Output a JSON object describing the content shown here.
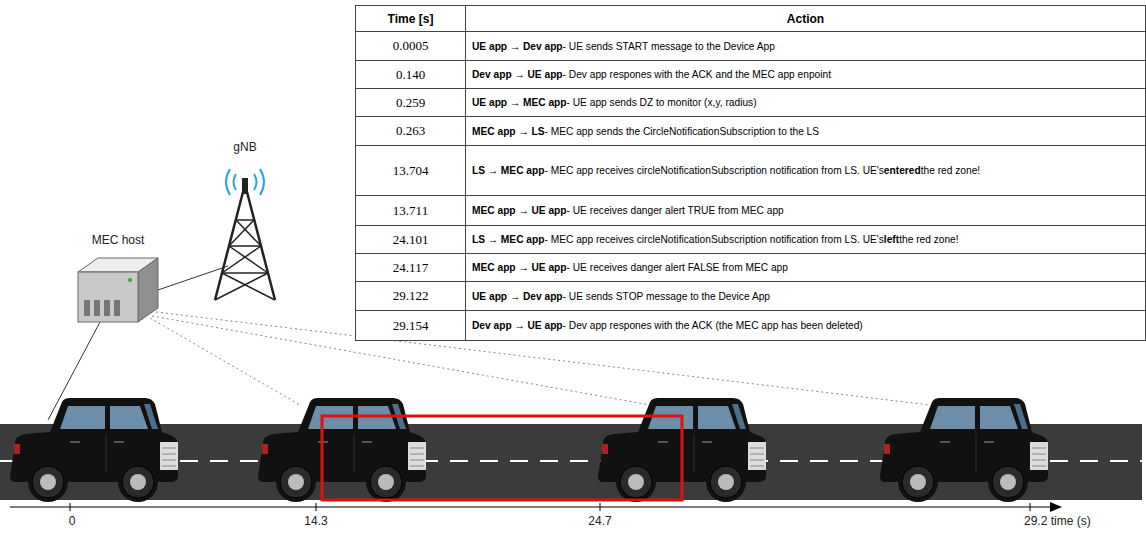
{
  "diagram": {
    "labels": [
      "gNB",
      "MEC host",
      "Time [s]",
      "Action",
      "0.0005",
      "UE app → Dev app",
      "- UE sends START message to the Device App",
      "0.140",
      "Dev app → UE app",
      "- Dev app respones with the ACK and the MEC app enpoint",
      "0.259",
      "UE app → MEC app",
      "- UE app sends DZ to monitor (x,y, radius)",
      "0.263",
      "MEC app → LS",
      "- MEC app sends the CircleNotificationSubscription to the LS",
      "13.704",
      "LS → MEC app",
      "- MEC app receives circleNotificationSubscription notification from LS. UE's",
      "entered",
      "the red zone!",
      "13.711",
      "MEC app → UE app",
      "- UE receives danger alert TRUE from MEC app",
      "24.101",
      "LS → MEC app",
      "- MEC app receives circleNotificationSubscription notification from LS. UE's",
      "left",
      "the red zone!",
      "24.117",
      "MEC app → UE app",
      "- UE receives danger alert FALSE from MEC app",
      "29.122",
      "UE app → Dev app",
      "- UE sends STOP message to the Device App",
      "29.154",
      "Dev app → UE app",
      "- Dev app respones with the ACK (the MEC app has been deleted)",
      "0",
      "14.3",
      "24.7",
      "29.2 time (s)"
    ]
  }
}
